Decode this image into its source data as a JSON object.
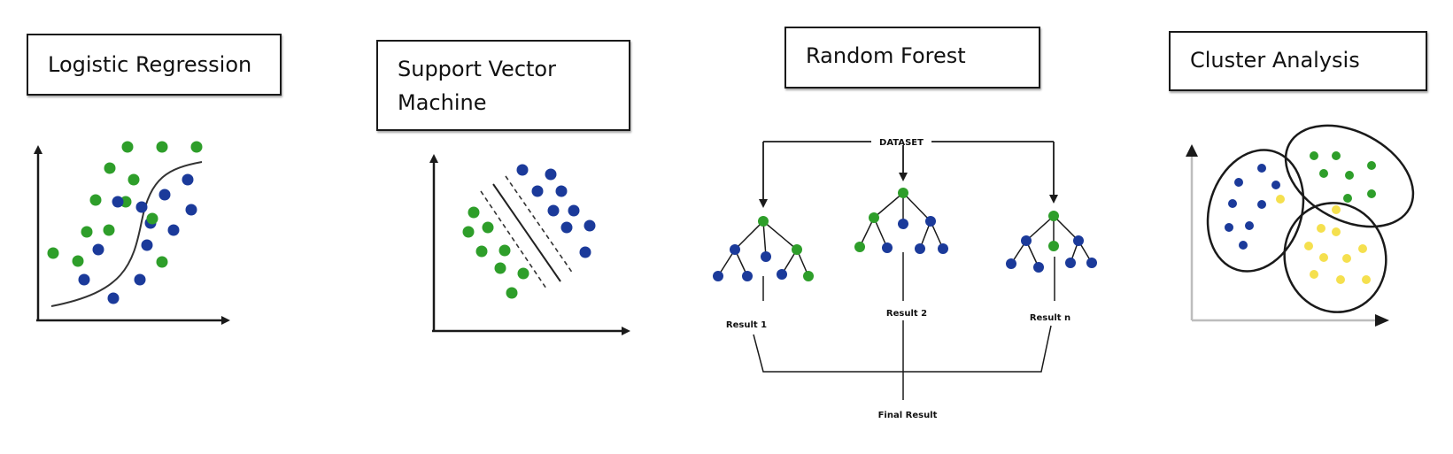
{
  "titles": {
    "logistic_regression": "Logistic Regression",
    "svm_line1": "Support Vector",
    "svm_line2": "Machine",
    "random_forest": "Random Forest",
    "cluster_analysis": "Cluster Analysis"
  },
  "random_forest": {
    "dataset_label": "DATASET",
    "result_1": "Result 1",
    "result_2": "Result 2",
    "result_n": "Result n",
    "final_result": "Final Result"
  },
  "colors": {
    "green": "#2e9e2a",
    "blue": "#1b3a9a",
    "yellow": "#f5e04e",
    "stroke": "#1a1a1a"
  }
}
